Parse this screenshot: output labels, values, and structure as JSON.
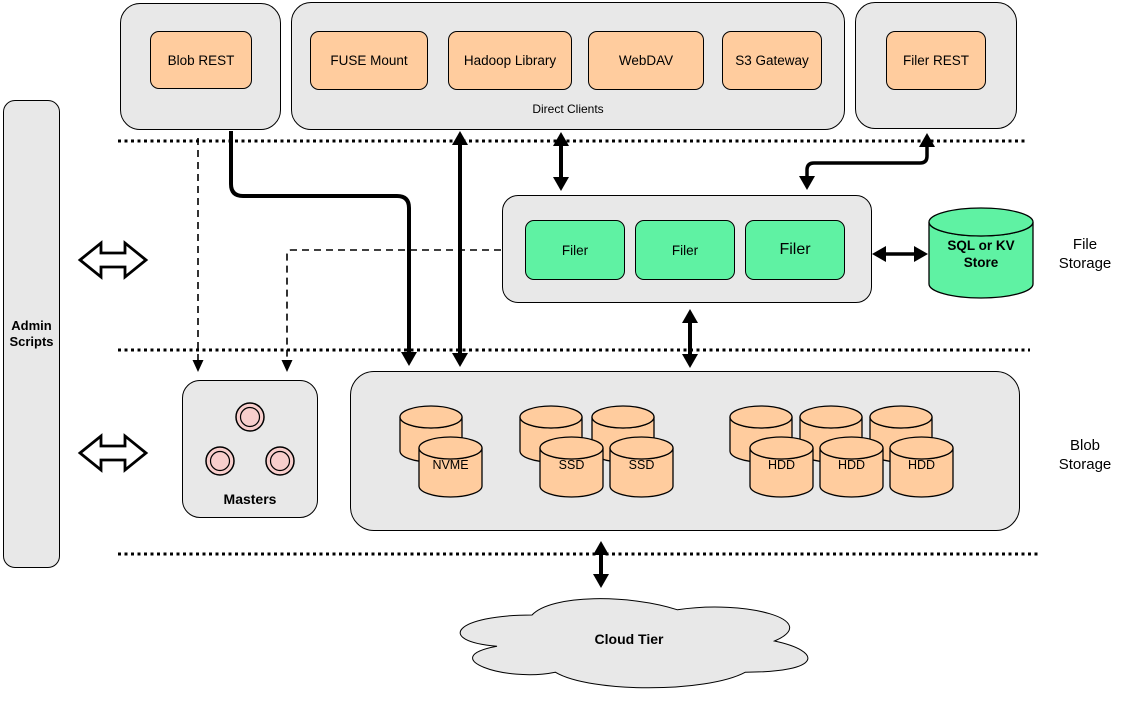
{
  "colors": {
    "container-fill": "#E8E8E8",
    "node-orange": "#FFCC9E",
    "node-green": "#5FF2A3",
    "master-pink": "#F8CECC",
    "stroke": "#000000"
  },
  "admin": {
    "label": "Admin Scripts"
  },
  "top_row": {
    "blob_rest": "Blob REST",
    "direct_clients_caption": "Direct Clients",
    "clients": [
      {
        "label": "FUSE Mount"
      },
      {
        "label": "Hadoop Library"
      },
      {
        "label": "WebDAV"
      },
      {
        "label": "S3 Gateway"
      }
    ],
    "filer_rest": "Filer REST"
  },
  "file_storage": {
    "section_label": "File Storage",
    "filers": [
      {
        "label": "Filer"
      },
      {
        "label": "Filer"
      },
      {
        "label": "Filer"
      }
    ],
    "metadata_store": "SQL or KV Store"
  },
  "masters": {
    "label": "Masters",
    "node_count": 3
  },
  "blob_storage": {
    "section_label": "Blob Storage",
    "volume_groups": [
      {
        "tier": "NVME",
        "labels": [
          "NVME"
        ]
      },
      {
        "tier": "SSD",
        "labels": [
          "SSD",
          "SSD"
        ]
      },
      {
        "tier": "HDD",
        "labels": [
          "HDD",
          "HDD",
          "HDD"
        ]
      }
    ]
  },
  "cloud": {
    "label": "Cloud Tier"
  }
}
